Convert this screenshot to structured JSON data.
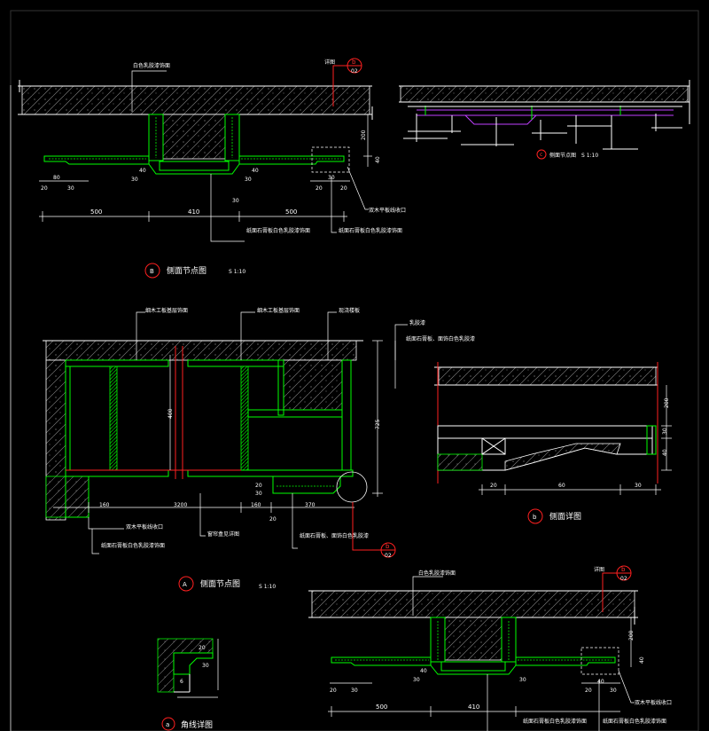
{
  "drawing": {
    "background": "#000000",
    "colors": {
      "line": "#ffffff",
      "frame": "#00ff00",
      "marker": "#ff2020",
      "detail": "#c040ff"
    },
    "section_B": {
      "marker_letter": "B",
      "title": "侧面节点图",
      "scale": "S 1:10",
      "callout_top": "白色乳胶漆饰面",
      "callout_right_1": "双木平板线收口",
      "callout_bottom_1": "纸面石膏板白色乳胶漆饰面",
      "callout_bottom_2": "纸面石膏板白色乳胶漆饰面",
      "ref_label": "详图",
      "ref_letter": "b",
      "ref_sheet": "02",
      "dims_bottom": [
        "500",
        "410",
        "500"
      ],
      "dims_small": [
        "20",
        "80",
        "30",
        "30",
        "40",
        "30",
        "40",
        "30",
        "20",
        "30",
        "20"
      ],
      "dim_height": "200",
      "dim_height_2": "40"
    },
    "small_detail_top_right": {
      "marker_letter": "c",
      "title": "侧面节点图",
      "scale": "S 1:10"
    },
    "section_A": {
      "marker_letter": "A",
      "title": "侧面节点图",
      "scale": "S 1:10",
      "callout_1": "细木工板基层饰面",
      "callout_2": "细木工板基层饰面",
      "callout_3": "现浇楼板",
      "callout_4": "乳胶漆",
      "callout_5": "纸面石膏板、面饰白色乳胶漆",
      "callout_6": "双木平板线收口",
      "callout_7": "纸面石膏板白色乳胶漆饰面",
      "callout_8": "窗帘盒见详图",
      "callout_9": "纸面石膏板、面饰白色乳胶漆",
      "ref_letter": "b",
      "ref_sheet": "02",
      "dims_bottom": [
        "160",
        "3200",
        "160",
        "370"
      ],
      "dim_left": "400",
      "dim_right": "725",
      "dims_small": [
        "20",
        "30",
        "20"
      ]
    },
    "detail_b": {
      "marker_letter": "b",
      "title": "侧面详图",
      "dims_bottom": [
        "20",
        "60",
        "30"
      ],
      "dims_right": [
        "200",
        "30",
        "40"
      ]
    },
    "detail_a": {
      "marker_letter": "a",
      "title": "角线详图",
      "dims": [
        "20",
        "30",
        "6"
      ]
    },
    "section_C": {
      "callout_top": "白色乳胶漆饰面",
      "callout_right": "双木平板线收口",
      "callout_bottom_1": "纸面石膏板白色乳胶漆饰面",
      "callout_bottom_2": "纸面石膏板白色乳胶漆饰面",
      "ref_label": "详图",
      "ref_letter": "b",
      "ref_sheet": "02",
      "dims_bottom": [
        "500",
        "410"
      ],
      "dims_small": [
        "20",
        "30",
        "30",
        "40",
        "30",
        "20",
        "40",
        "30"
      ],
      "dim_height": "200",
      "dim_height_2": "40"
    }
  }
}
